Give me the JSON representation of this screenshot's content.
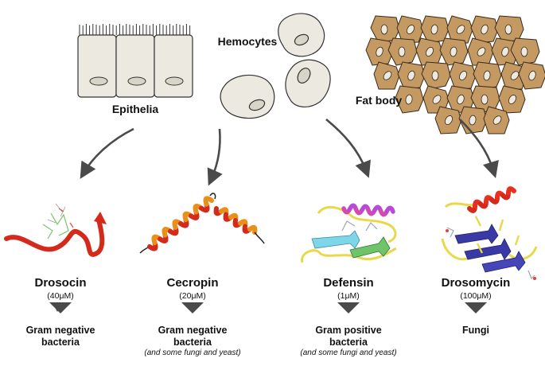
{
  "sources": {
    "epithelia": "Epithelia",
    "hemocytes": "Hemocytes",
    "fat_body": "Fat body"
  },
  "peptides": [
    {
      "name": "Drosocin",
      "concentration": "(40μM)",
      "target": "Gram negative bacteria",
      "target_line1": "Gram negative",
      "target_line2": "bacteria",
      "note": ""
    },
    {
      "name": "Cecropin",
      "concentration": "(20μM)",
      "target": "Gram negative bacteria",
      "target_line1": "Gram negative",
      "target_line2": "bacteria",
      "note": "(and some fungi and yeast)"
    },
    {
      "name": "Defensin",
      "concentration": "(1μM)",
      "target": "Gram positive bacteria",
      "target_line1": "Gram positive",
      "target_line2": "bacteria",
      "note": "(and some fungi and yeast)"
    },
    {
      "name": "Drosomycin",
      "concentration": "(100μM)",
      "target": "Fungi",
      "target_line1": "Fungi",
      "target_line2": "",
      "note": ""
    }
  ],
  "colors": {
    "cell_fill": "#ece9e1",
    "fat_fill": "#c49a62",
    "outline": "#333333",
    "arrow": "#4a4a4a",
    "helix_red": "#d42a1c",
    "helix_orange": "#e8901a",
    "strand_blue": "#3a3aa6",
    "loop_yellow": "#e8d84a"
  }
}
